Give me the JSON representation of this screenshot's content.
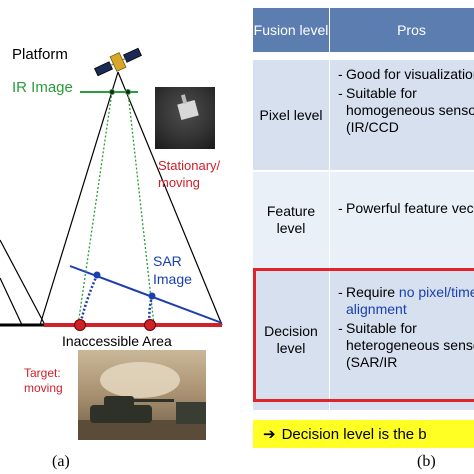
{
  "left_panel": {
    "platform_label": "Platform",
    "ir_label": "IR Image",
    "stationary_label": "Stationary/ moving",
    "sar_label": "SAR Image",
    "inaccessible_label": "Inaccessible Area",
    "target_label": "Target: moving",
    "caption": "(a)"
  },
  "table": {
    "header_level": "Fusion level",
    "header_pros": "Pros",
    "rows": [
      {
        "level": "Pixel level",
        "pros": [
          "Good for visualization",
          "Suitable for homogeneous sensors (IR/CCD"
        ]
      },
      {
        "level": "Feature level",
        "pros": [
          "Powerful feature vector"
        ]
      },
      {
        "level": "Decision level",
        "pros_first_a": "Require ",
        "pros_first_b": "no pixel/time alignment",
        "pros_second": "Suitable for heterogeneous sensors (SAR/IR"
      }
    ],
    "banner": "Decision level is the b",
    "caption": "(b)"
  },
  "colors": {
    "ir_green": "#2a9d3a",
    "sar_blue": "#1b3fae",
    "target_red": "#d0202a",
    "header_blue": "#5b7db0",
    "row_light": "#d6e0ef",
    "banner_yellow": "#ffff24"
  }
}
